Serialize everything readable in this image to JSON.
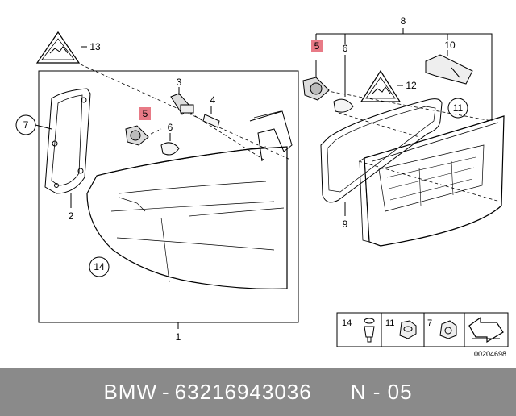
{
  "diagram": {
    "callouts": {
      "c1": "1",
      "c2": "2",
      "c3": "3",
      "c4": "4",
      "c5a": "5",
      "c5b": "5",
      "c6a": "6",
      "c6b": "6",
      "c7": "7",
      "c8": "8",
      "c9": "9",
      "c10": "10",
      "c11": "11",
      "c12": "12",
      "c13": "13",
      "c14": "14"
    },
    "legend": {
      "item14": "14",
      "item11": "11",
      "item7": "7"
    },
    "diagram_code": "00204698",
    "highlight_color": "#e87a86"
  },
  "footer": {
    "brand": "BMW",
    "separator": "-",
    "part_number": "63216943036",
    "position_label": "N - 05",
    "background": "#8a8a8a"
  }
}
